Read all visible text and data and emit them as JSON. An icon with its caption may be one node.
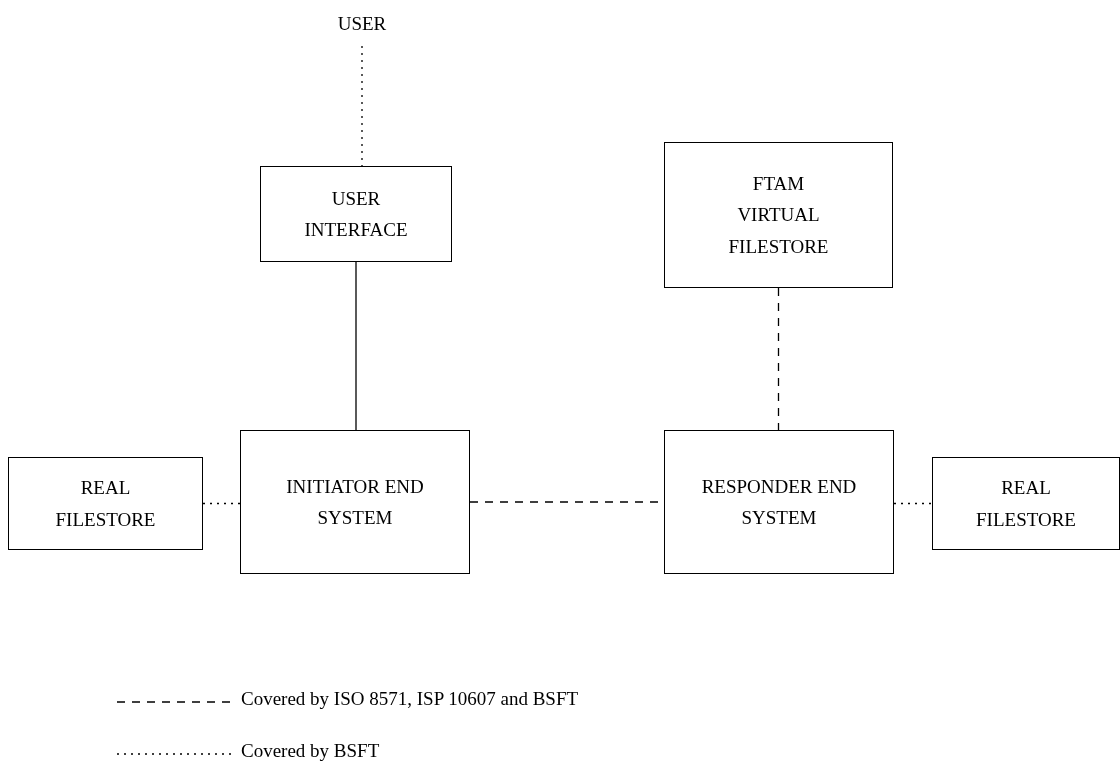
{
  "diagram": {
    "nodes": [
      {
        "text": [
          "USER"
        ]
      },
      {
        "text": [
          "USER INTERFACE"
        ]
      },
      {
        "text": [
          "FTAM VIRTUAL FILESTORE"
        ]
      },
      {
        "text": [
          "REAL FILESTORE"
        ]
      },
      {
        "text": [
          "INITIATOR END SYSTEM"
        ]
      },
      {
        "text": [
          "RESPONDER END SYSTEM"
        ]
      },
      {
        "text": [
          "REAL FILESTORE"
        ]
      }
    ],
    "edges": [
      {
        "from": 0,
        "to": 1,
        "arrow": "none",
        "style": "dashed"
      },
      {
        "from": 1,
        "to": 4,
        "arrow": "none"
      },
      {
        "from": 2,
        "to": 5,
        "arrow": "none",
        "style": "dashed"
      },
      {
        "from": 3,
        "to": 4,
        "arrow": "none",
        "style": "dashed"
      },
      {
        "from": 4,
        "to": 5,
        "arrow": "none",
        "style": "dashed"
      },
      {
        "from": 5,
        "to": 6,
        "arrow": "none",
        "style": "dashed"
      }
    ],
    "legend": [
      {
        "text": "Covered by ISO 8571, ISP 10607 and BSFT"
      },
      {
        "text": "Covered by BSFT"
      }
    ]
  }
}
